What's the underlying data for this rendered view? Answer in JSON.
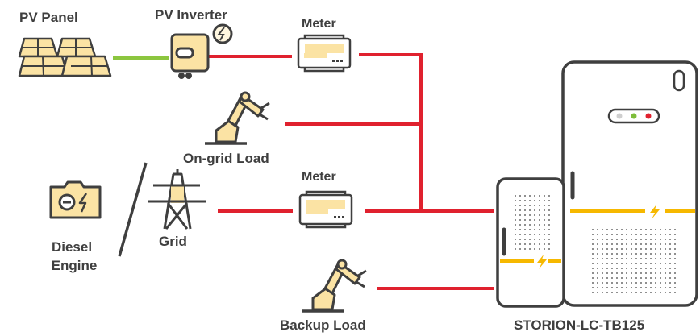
{
  "labels": {
    "pv_panel": "PV Panel",
    "pv_inverter": "PV Inverter",
    "meter_top": "Meter",
    "on_grid_load": "On-grid Load",
    "meter_bottom": "Meter",
    "diesel_engine_line1": "Diesel",
    "diesel_engine_line2": "Engine",
    "grid": "Grid",
    "backup_load": "Backup Load",
    "product_name": "STORION-LC-TB125"
  },
  "colors": {
    "ac_line": "#e0212e",
    "dc_line": "#8cc63f",
    "outline": "#3f3f3f",
    "fill_yellow": "#fbe3a4",
    "fill_light": "#fff7e0",
    "bus_yellow": "#f6b800",
    "led_green": "#7dbd3a",
    "led_red": "#e0212e",
    "led_grey": "#cfcfcf"
  },
  "icons": [
    "solar-panel-icon",
    "inverter-icon",
    "meter-icon",
    "robot-arm-icon",
    "diesel-engine-icon",
    "transmission-tower-icon",
    "battery-cabinet-icon"
  ]
}
